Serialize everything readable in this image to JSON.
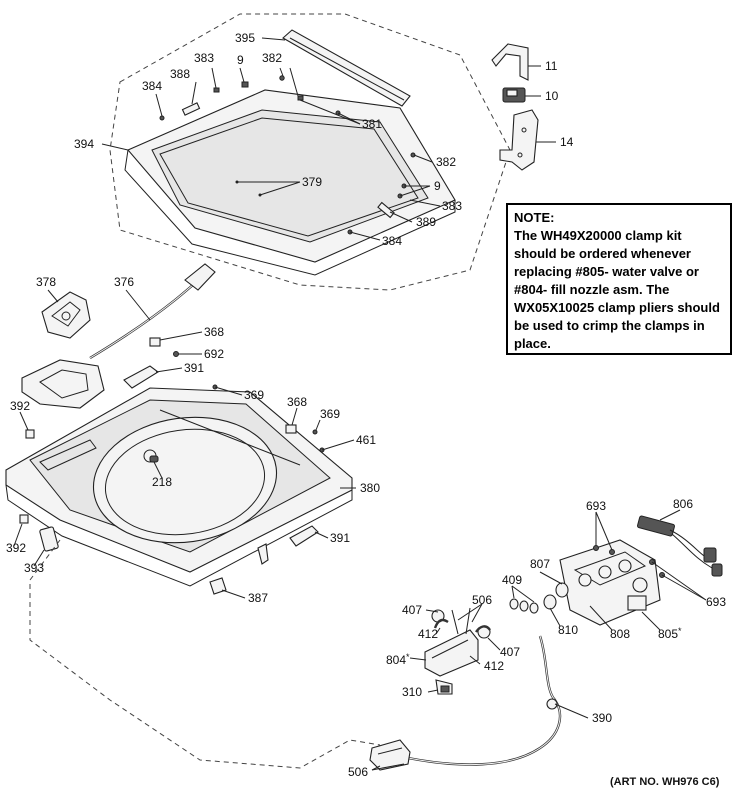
{
  "note": {
    "title": "NOTE:",
    "text": "The WH49X20000 clamp kit should be ordered whenever replacing #805- water valve or #804- fill nozzle asm. The WX05X10025 clamp pliers should be used to crimp the clamps in place."
  },
  "art_number": "(ART NO. WH976 C6)",
  "labels": {
    "p395": "395",
    "p383a": "383",
    "p9a": "9",
    "p382a": "382",
    "p388": "388",
    "p384a": "384",
    "p394": "394",
    "p381": "381",
    "p382b": "382",
    "p379": "379",
    "p9b": "9",
    "p383b": "383",
    "p389": "389",
    "p384b": "384",
    "p11": "11",
    "p10": "10",
    "p14": "14",
    "p378": "378",
    "p376": "376",
    "p368a": "368",
    "p692": "692",
    "p391a": "391",
    "p369a": "369",
    "p368b": "368",
    "p369b": "369",
    "p461": "461",
    "p392a": "392",
    "p218": "218",
    "p380": "380",
    "p392b": "392",
    "p393": "393",
    "p391b": "391",
    "p387": "387",
    "p693a": "693",
    "p806": "806",
    "p807": "807",
    "p409": "409",
    "p407a": "407",
    "p506a": "506",
    "p412a": "412",
    "p810": "810",
    "p808": "808",
    "p805": "805",
    "p693b": "693",
    "p804": "804",
    "p407b": "407",
    "p412b": "412",
    "p310": "310",
    "p390": "390",
    "p506b": "506"
  }
}
